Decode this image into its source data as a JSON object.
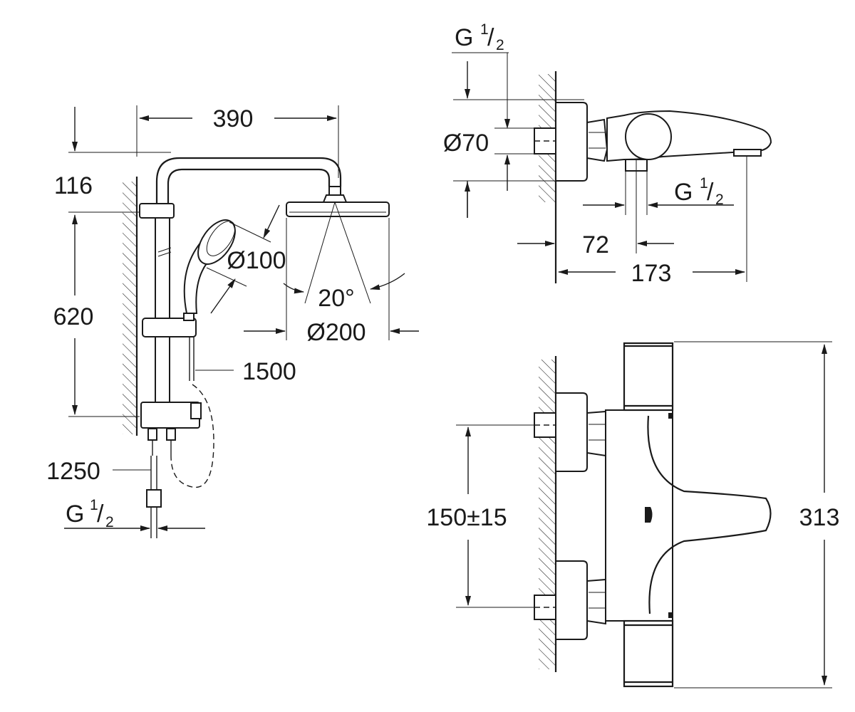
{
  "views": {
    "shower_system": {
      "dims": {
        "arm_reach": "390",
        "top_height": "116",
        "rail_height": "620",
        "hand_shower_diameter": "Ø100",
        "spray_angle": "20°",
        "head_shower_diameter": "Ø200",
        "hose_length": "1500",
        "connection_hose_length": "1250",
        "thread": {
          "main": "G",
          "sup": "1",
          "sub": "2"
        }
      }
    },
    "thermostat_side": {
      "dims": {
        "thread_top": {
          "main": "G",
          "sup": "1",
          "sub": "2"
        },
        "flange_diameter": "Ø70",
        "thread_outlet": {
          "main": "G",
          "sup": "1",
          "sub": "2"
        },
        "outlet_offset": "72",
        "projection": "173"
      }
    },
    "thermostat_front": {
      "dims": {
        "inlet_centres": "150±15",
        "body_length": "313"
      }
    }
  },
  "colors": {
    "line": "#1a1a1a",
    "background": "#ffffff"
  }
}
